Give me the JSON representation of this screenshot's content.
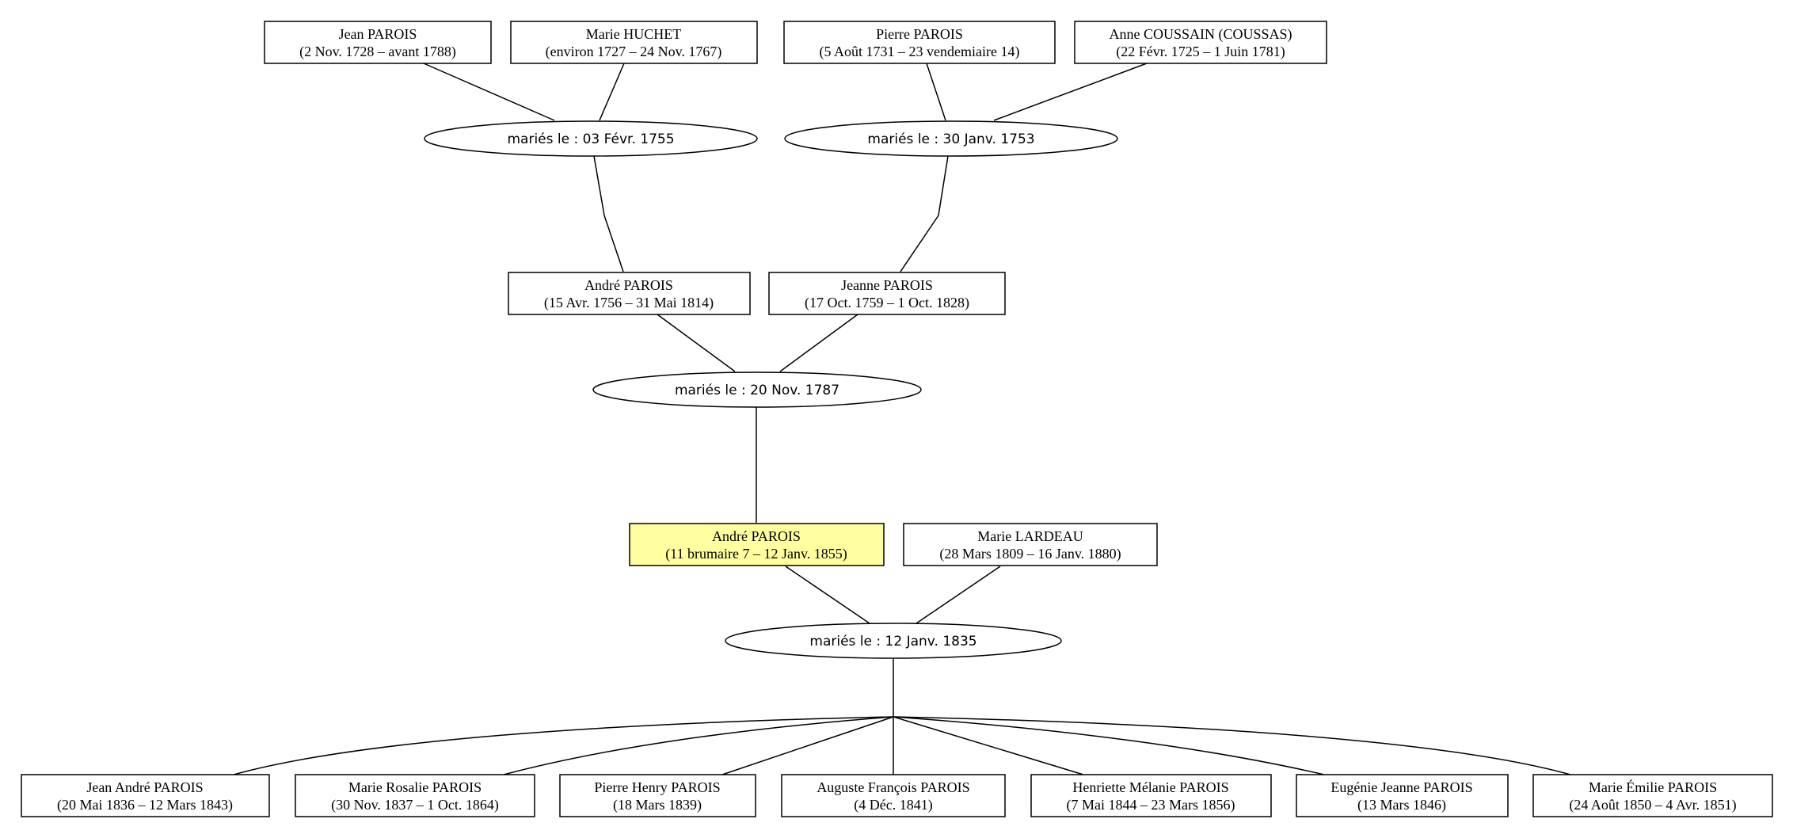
{
  "persons": {
    "p_jean_parois": {
      "name": "Jean PAROIS",
      "dates": "(2 Nov. 1728 – avant 1788)"
    },
    "p_marie_huchet": {
      "name": "Marie HUCHET",
      "dates": "(environ 1727 – 24 Nov. 1767)"
    },
    "p_pierre_parois": {
      "name": "Pierre PAROIS",
      "dates": "(5 Août 1731 – 23 vendemiaire 14)"
    },
    "p_anne_coussain": {
      "name": "Anne COUSSAIN (COUSSAS)",
      "dates": "(22 Févr. 1725 – 1 Juin 1781)"
    },
    "p_andre_parois_1756": {
      "name": "André PAROIS",
      "dates": "(15 Avr. 1756 – 31 Mai 1814)"
    },
    "p_jeanne_parois": {
      "name": "Jeanne PAROIS",
      "dates": "(17 Oct. 1759 – 1 Oct. 1828)"
    },
    "p_andre_parois": {
      "name": "André PAROIS",
      "dates": "(11 brumaire 7 – 12 Janv. 1855)"
    },
    "p_marie_lardeau": {
      "name": "Marie LARDEAU",
      "dates": "(28 Mars 1809 – 16 Janv. 1880)"
    },
    "c_jean_andre": {
      "name": "Jean André PAROIS",
      "dates": "(20 Mai 1836 – 12 Mars 1843)"
    },
    "c_marie_rosalie": {
      "name": "Marie Rosalie PAROIS",
      "dates": "(30 Nov. 1837 – 1 Oct. 1864)"
    },
    "c_pierre_henry": {
      "name": "Pierre Henry PAROIS",
      "dates": "(18 Mars 1839)"
    },
    "c_auguste_francois": {
      "name": "Auguste François PAROIS",
      "dates": "(4 Déc. 1841)"
    },
    "c_henriette_melanie": {
      "name": "Henriette Mélanie PAROIS",
      "dates": "(7 Mai 1844 – 23 Mars 1856)"
    },
    "c_eugenie_jeanne": {
      "name": "Eugénie Jeanne PAROIS",
      "dates": "(13 Mars 1846)"
    },
    "c_marie_emilie": {
      "name": "Marie Émilie PAROIS",
      "dates": "(24 Août 1850 – 4 Avr. 1851)"
    }
  },
  "unions": {
    "u1755": {
      "label": "mariés le : 03 Févr. 1755"
    },
    "u1753": {
      "label": "mariés le : 30 Janv. 1753"
    },
    "u1787": {
      "label": "mariés le : 20 Nov. 1787"
    },
    "u1835": {
      "label": "mariés le : 12 Janv. 1835"
    }
  },
  "highlight_color": "#ffffa0"
}
